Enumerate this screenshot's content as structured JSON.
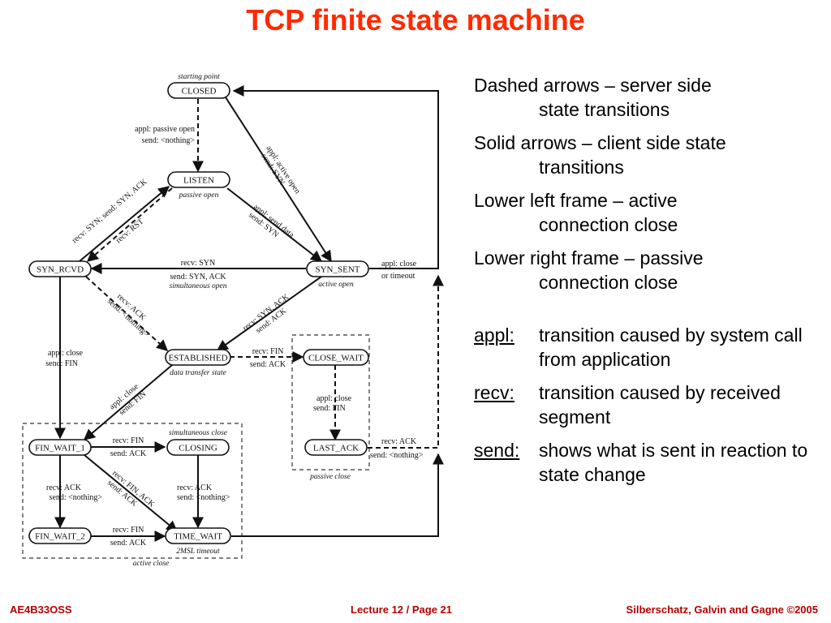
{
  "title": "TCP finite state machine",
  "diagram": {
    "states": {
      "closed": "CLOSED",
      "listen": "LISTEN",
      "syn_rcvd": "SYN_RCVD",
      "syn_sent": "SYN_SENT",
      "established": "ESTABLISHED",
      "close_wait": "CLOSE_WAIT",
      "last_ack": "LAST_ACK",
      "fin_wait_1": "FIN_WAIT_1",
      "closing": "CLOSING",
      "fin_wait_2": "FIN_WAIT_2",
      "time_wait": "TIME_WAIT"
    },
    "annotations": {
      "starting_point": "starting point",
      "passive_open": "passive open",
      "active_open": "active open",
      "simultaneous_open": "simultaneous open",
      "data_transfer_state": "data transfer state",
      "simultaneous_close": "simultaneous close",
      "passive_close": "passive close",
      "active_close": "active close",
      "two_msl_timeout": "2MSL timeout"
    },
    "transitions": {
      "closed_listen_1": "appl: passive open",
      "closed_listen_2": "send: <nothing>",
      "closed_synsent_1": "appl: active open",
      "closed_synsent_2": "send: SYN",
      "listen_synrcvd_1": "recv: SYN;  send: SYN, ACK",
      "synrcvd_listen_1": "recv: RST",
      "listen_synsent_1": "appl: send data",
      "listen_synsent_2": "send: SYN",
      "synsent_synrcvd_1": "recv: SYN",
      "synsent_synrcvd_2": "send: SYN, ACK",
      "synsent_closed_1": "appl: close",
      "synsent_closed_2": "or timeout",
      "synrcvd_est_1": "recv: ACK",
      "synrcvd_est_2": "send: <nothing>",
      "synsent_est_1": "recv: SYN, ACK",
      "synsent_est_2": "send: ACK",
      "synrcvd_fw1_1": "appl: close",
      "synrcvd_fw1_2": "send: FIN",
      "est_cw_1": "recv: FIN",
      "est_cw_2": "send: ACK",
      "est_fw1_1": "appl: close",
      "est_fw1_2": "send: FIN",
      "cw_la_1": "appl: close",
      "cw_la_2": "send: FIN",
      "la_closed_1": "recv: ACK",
      "la_closed_2": "send: <nothing>",
      "fw1_closing_1": "recv: FIN",
      "fw1_closing_2": "send: ACK",
      "fw1_tw_1": "recv: FIN, ACK",
      "fw1_tw_2": "send: ACK",
      "fw1_fw2_1": "recv: ACK",
      "fw1_fw2_2": "send: <nothing>",
      "closing_tw_1": "recv: ACK",
      "closing_tw_2": "send: <nothing>",
      "fw2_tw_1": "recv: FIN",
      "fw2_tw_2": "send: ACK"
    }
  },
  "notes": [
    {
      "first": "Dashed arrows – server side",
      "rest": "state transitions"
    },
    {
      "first": "Solid arrows – client side state",
      "rest": "transitions"
    },
    {
      "first": "Lower left frame – active",
      "rest": "connection close"
    },
    {
      "first": "Lower right frame – passive",
      "rest": "connection close"
    }
  ],
  "definitions": [
    {
      "term": "appl:",
      "desc": "transition caused by system call from application"
    },
    {
      "term": "recv:",
      "desc": "transition caused by received segment"
    },
    {
      "term": "send:",
      "desc": "shows what is sent in reaction to state change"
    }
  ],
  "footer": {
    "left": "AE4B33OSS",
    "center": "Lecture 12 / Page 21",
    "right": "Silberschatz, Galvin and Gagne ©2005"
  },
  "colors": {
    "title": "#ff2a00",
    "footer": "#b30000"
  }
}
